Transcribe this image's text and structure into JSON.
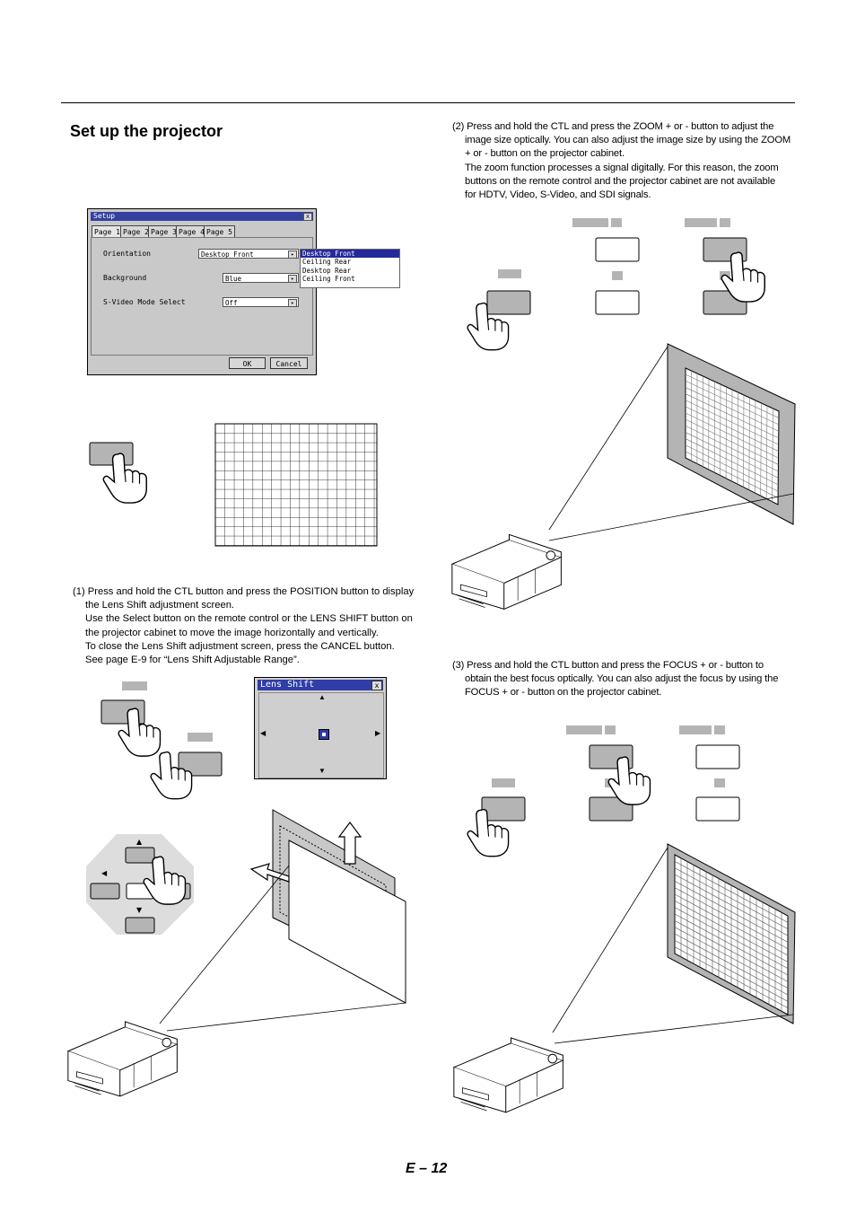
{
  "page": {
    "title": "Set up the projector",
    "page_number": "E – 12"
  },
  "step1": {
    "lines": [
      "(1) Press and hold the CTL button and press the POSITION button to display",
      "the Lens Shift adjustment screen.",
      "Use the Select button on the remote control or the LENS SHIFT button on",
      "the projector cabinet to move the image horizontally and vertically.",
      "To close the Lens Shift adjustment screen, press the CANCEL button.",
      "See page E-9 for “Lens Shift Adjustable Range”."
    ]
  },
  "step2": {
    "lines": [
      "(2) Press and hold the CTL and press the ZOOM + or - button to adjust the",
      "image size optically.  You can also adjust the image size by using the ZOOM",
      "+ or - button on the projector cabinet.",
      "The zoom function processes a signal digitally. For this reason, the zoom",
      "buttons on the remote control and the projector cabinet are not available",
      "for HDTV, Video, S-Video, and SDI signals."
    ]
  },
  "step3": {
    "lines": [
      "(3) Press and hold the CTL button and press the FOCUS + or - button to",
      "obtain the best focus optically. You can also adjust the focus by using the",
      "FOCUS + or - button on the projector cabinet."
    ]
  },
  "setup_dialog": {
    "title": "Setup",
    "close": "x",
    "tabs": [
      "Page 1",
      "Page 2",
      "Page 3",
      "Page 4",
      "Page 5"
    ],
    "orientation_label": "Orientation",
    "orientation_value": "Desktop Front",
    "background_label": "Background",
    "background_value": "Blue",
    "svideo_label": "S-Video Mode Select",
    "svideo_value": "Off",
    "ok": "OK",
    "cancel": "Cancel",
    "dropdown_options": [
      "Desktop Front",
      "Ceiling Rear",
      "Desktop Rear",
      "Ceiling Front"
    ]
  },
  "lens_shift": {
    "title": "Lens Shift",
    "close": "x"
  },
  "colors": {
    "window_title": "#2f3ea8",
    "button_gray": "#b4b4b4"
  }
}
